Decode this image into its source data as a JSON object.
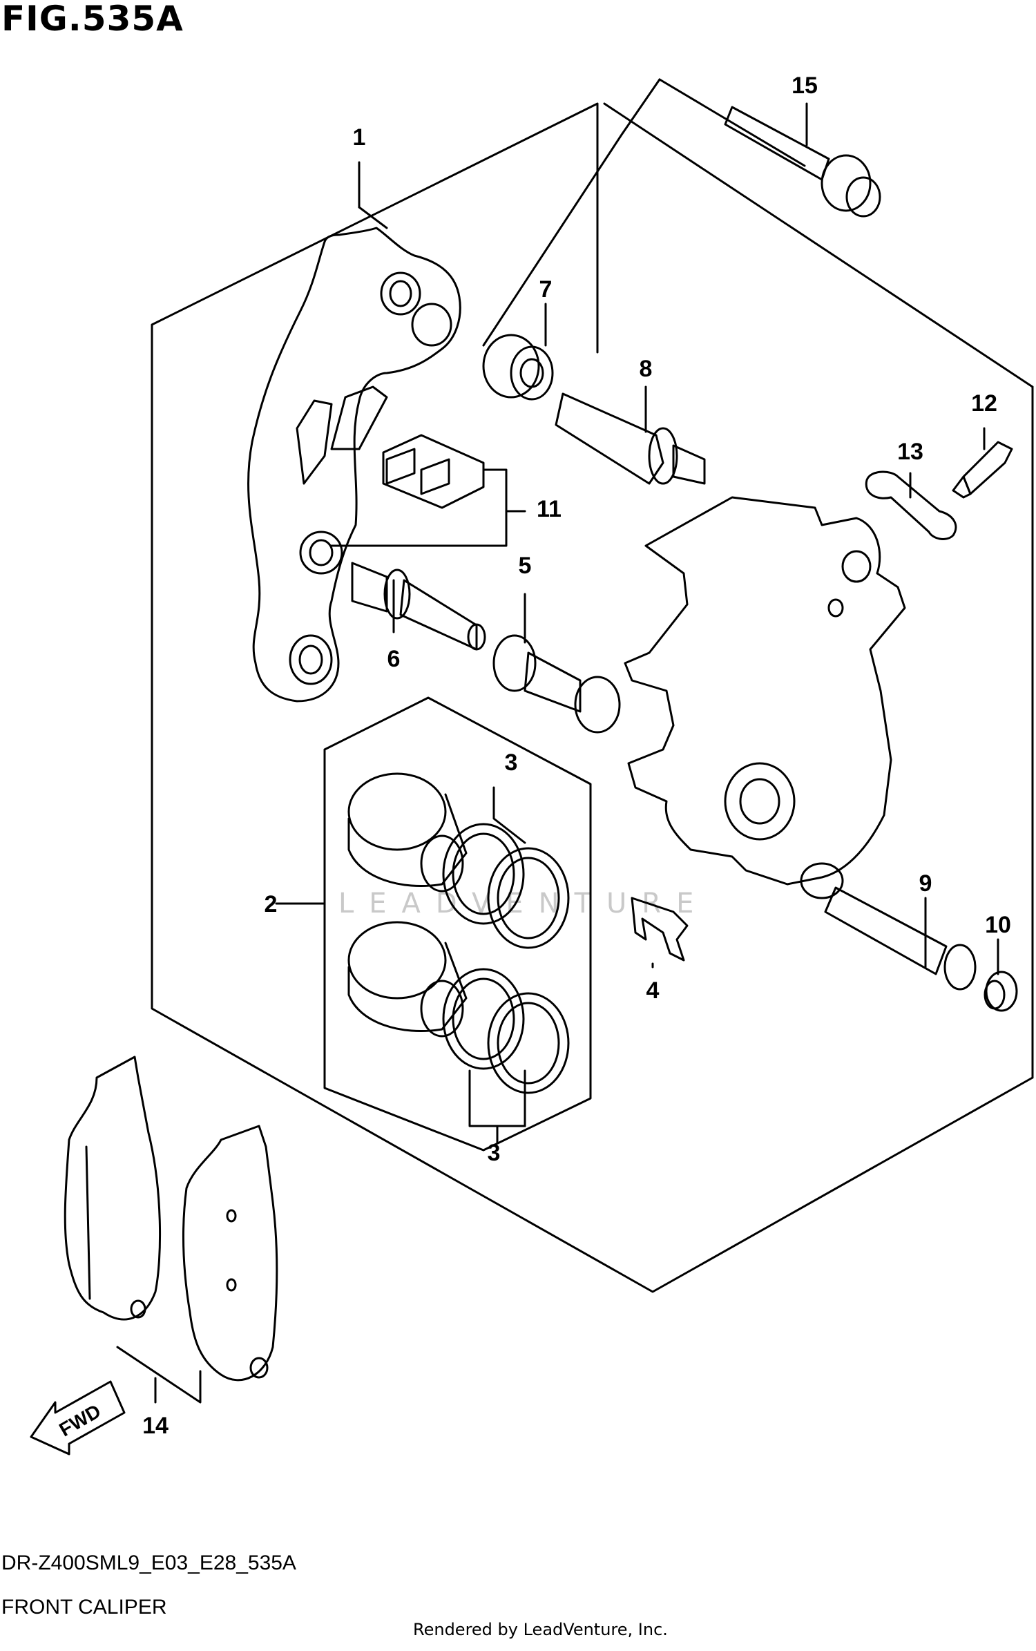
{
  "title": "FIG.535A",
  "footer": {
    "model_code": "DR-Z400SML9_E03_E28_535A",
    "section_name": "FRONT CALIPER",
    "rendered_by": "Rendered by LeadVenture, Inc."
  },
  "watermark": "LEADVENTURE",
  "fwd_label": "FWD",
  "callouts": {
    "c1": "1",
    "c2": "2",
    "c3a": "3",
    "c3b": "3",
    "c4": "4",
    "c5": "5",
    "c6": "6",
    "c7": "7",
    "c8": "8",
    "c9": "9",
    "c10": "10",
    "c11": "11",
    "c12": "12",
    "c13": "13",
    "c14": "14",
    "c15": "15"
  }
}
